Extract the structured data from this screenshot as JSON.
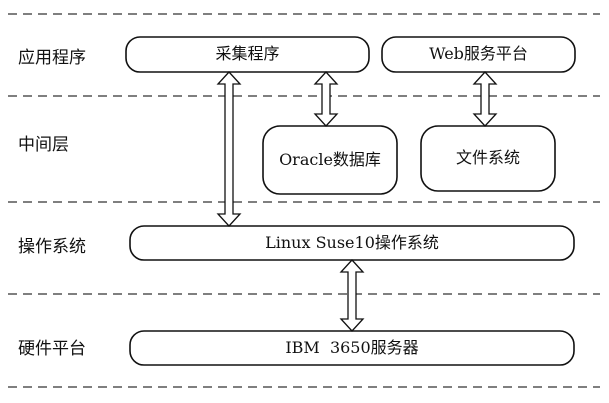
{
  "layers": {
    "application": "应用程序",
    "middleware": "中间层",
    "os": "操作系统",
    "hardware": "硬件平台"
  },
  "components": {
    "collector": "采集程序",
    "web_platform": "Web服务平台",
    "oracle_db": "Oracle数据库",
    "file_system": "文件系统",
    "linux_os": "Linux Suse10操作系统",
    "ibm_server": "IBM  3650服务器"
  }
}
